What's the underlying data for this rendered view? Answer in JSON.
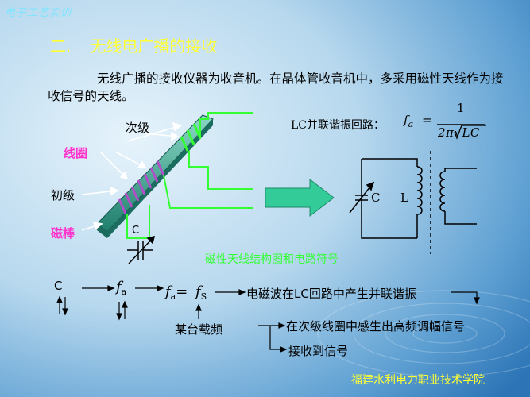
{
  "header": {
    "text": "电子工艺实训"
  },
  "section": {
    "number": "二.",
    "title": "无线电广播的接收"
  },
  "paragraph": {
    "text": "无线广播的接收仪器为收音机。在晶体管收音机中，多采用磁性天线作为接收信号的天线。"
  },
  "antenna_labels": {
    "secondary": "次级",
    "coil": "线圈",
    "primary": "初级",
    "rod": "磁棒",
    "cap": "C"
  },
  "circuit": {
    "label": "LC并联谐振回路：",
    "f": "f",
    "f_sub": "a",
    "equals": "=",
    "numerator": "1",
    "denominator": "2π√LC",
    "c_label": "C",
    "l_label": "L"
  },
  "caption": "磁性天线结构图和电路符号",
  "flow": {
    "c": "C",
    "fa1": "f",
    "fa1_sub": "a",
    "fa2": "f",
    "fa2_sub": "a",
    "eq": "=",
    "fs": "f",
    "fs_sub": "S",
    "resonance": "电磁波在LC回路中产生并联谐振",
    "station": "某台载频",
    "induce": "在次级线圈中感生出高频调幅信号",
    "receive": "接收到信号"
  },
  "footer": "福建水利电力职业技术学院",
  "colors": {
    "bg_light": "#cfe6f4",
    "bg_dark": "#2c74b6",
    "title": "#ffff33",
    "rod": "#2e9c86",
    "coil": "#b04fc7",
    "lead": "#33ff33",
    "caption": "#33ff33",
    "footer": "#ffff33"
  }
}
